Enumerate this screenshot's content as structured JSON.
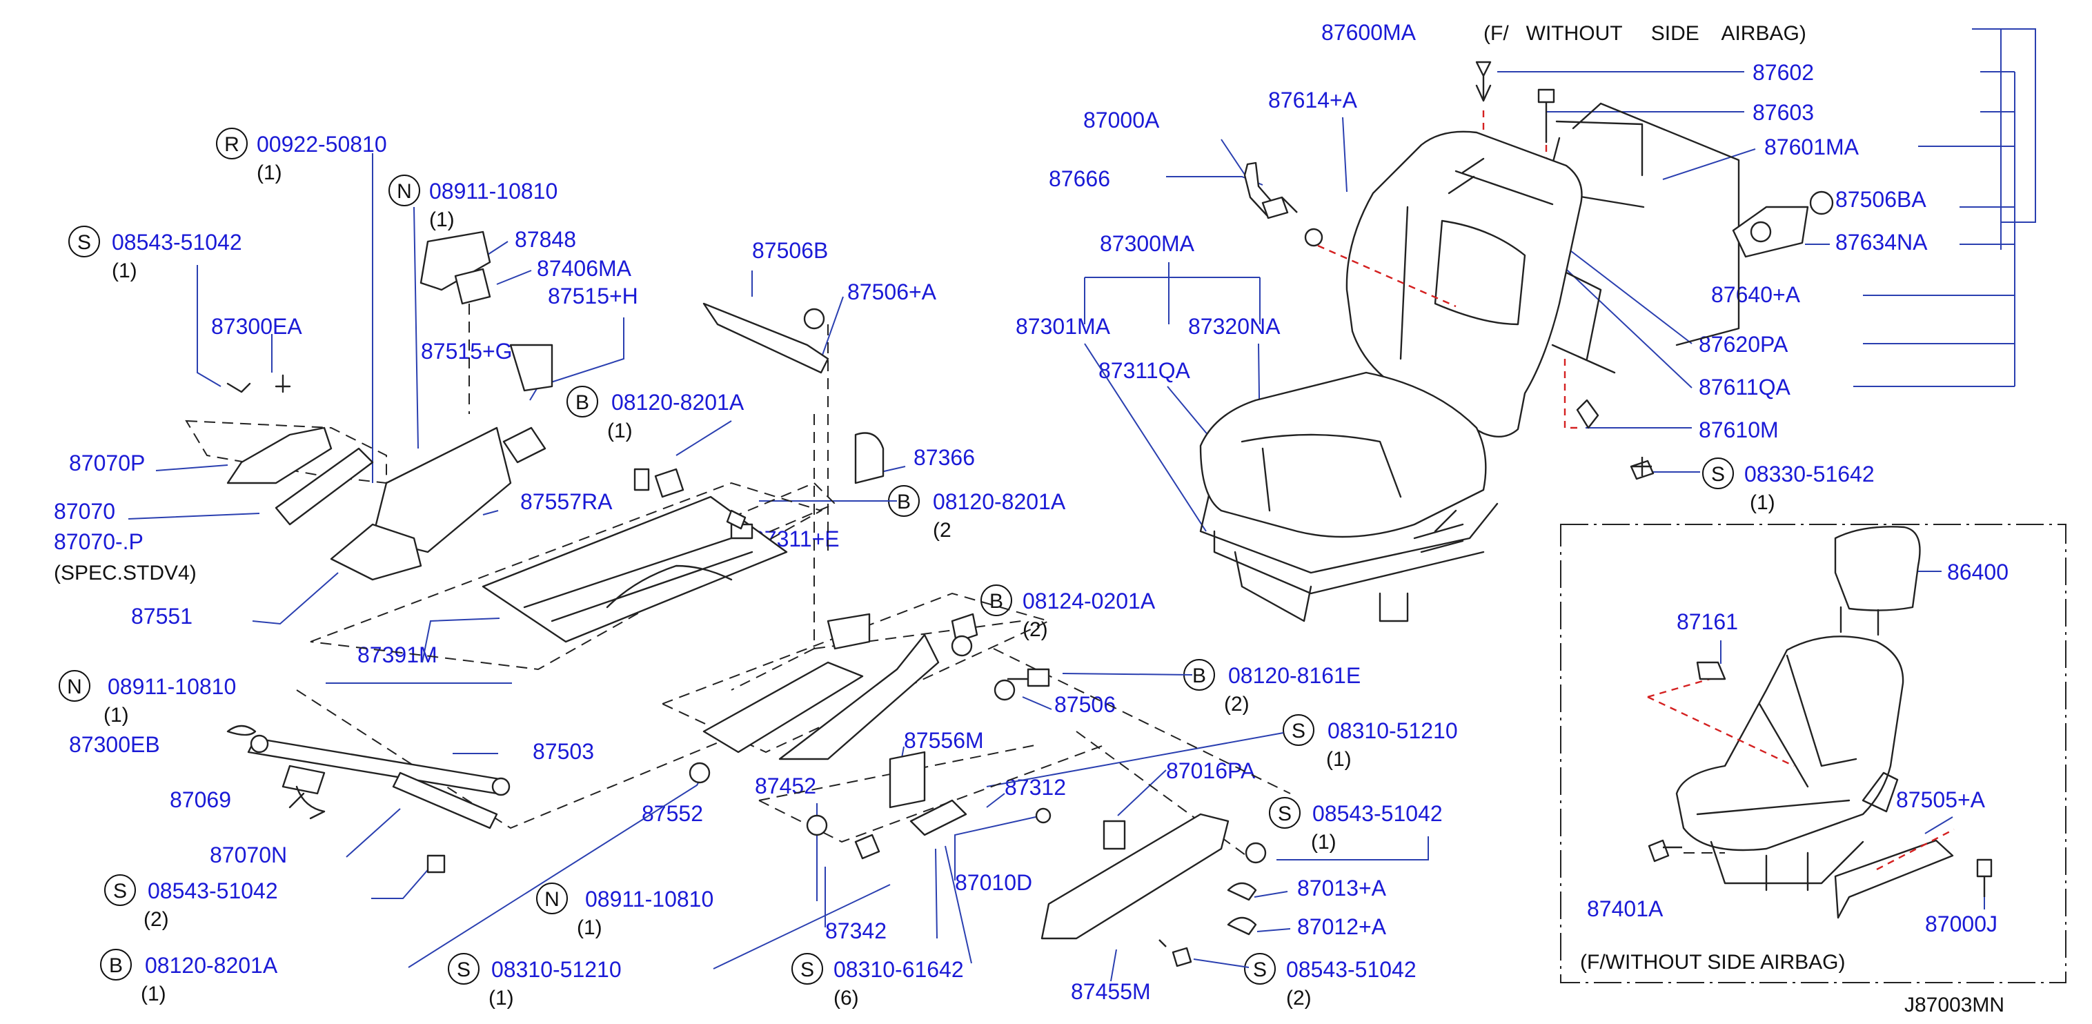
{
  "diagram_code": "J87003MN",
  "inset": {
    "caption": "(F/WITHOUT SIDE AIRBAG)"
  },
  "labels": {
    "p87600MA": "87600MA",
    "p87600MA_note": "(F/   WITHOUT     SIDE    AIRBAG)",
    "p87602": "87602",
    "p87603": "87603",
    "p87601MA": "87601MA",
    "p87506BA": "87506BA",
    "p87634NA": "87634NA",
    "p87640A": "87640+A",
    "p87620PA": "87620PA",
    "p87611QA": "87611QA",
    "p87000A": "87000A",
    "p87614A": "87614+A",
    "p87666": "87666",
    "p87300MA": "87300MA",
    "p87301MA": "87301MA",
    "p87320NA": "87320NA",
    "p87311QA": "87311QA",
    "p87610M": "87610M",
    "p08330_51642": "08330-51642",
    "p08330_qty": "(1)",
    "p86400": "86400",
    "p87161": "87161",
    "p87505A": "87505+A",
    "p87401A": "87401A",
    "p87000J": "87000J",
    "p00922_50810": "00922-50810",
    "p00922_qty": "(1)",
    "pN08911_a": "08911-10810",
    "pN08911_a_qty": "(1)",
    "p87848": "87848",
    "p87406MA": "87406MA",
    "p87515H": "87515+H",
    "p87515G": "87515+G",
    "pS08543_a": "08543-51042",
    "pS08543_a_qty": "(1)",
    "p87300EA": "87300EA",
    "p87070P": "87070P",
    "p87070": "87070",
    "p87070_partial": "87070-.P",
    "spec_note": "(SPEC.STDV4)",
    "p87551": "87551",
    "p87506B": "87506B",
    "p87506A": "87506+A",
    "pB08120_a": "08120-8201A",
    "pB08120_a_qty": "(1)",
    "p87557RA": "87557RA",
    "p87366": "87366",
    "pB08120_b": "08120-8201A",
    "pB08120_b_qty": "(2",
    "p87311E_partial": "37311+E",
    "p87391M": "87391M",
    "pB08124": "08124-0201A",
    "pB08124_qty": "(2)",
    "pN08911_b": "08911-10810",
    "pN08911_b_qty": "(1)",
    "p87300EB": "87300EB",
    "p87069": "87069",
    "p87070N": "87070N",
    "p87503": "87503",
    "p87552": "87552",
    "p87452": "87452",
    "p87556M": "87556M",
    "pB08120_8161E": "08120-8161E",
    "pB08120_8161E_qty": "(2)",
    "p87506": "87506",
    "pS08310_a": "08310-51210",
    "pS08310_a_qty": "(1)",
    "p87016PA": "87016PA",
    "p87312": "87312",
    "pS08543_b": "08543-51042",
    "pS08543_b_qty": "(1)",
    "p87010D": "87010D",
    "p87013A": "87013+A",
    "p87012A": "87012+A",
    "pS08543_c": "08543-51042",
    "pS08543_c_qty": "(2)",
    "pN08911_c": "08911-10810",
    "pN08911_c_qty": "(1)",
    "p87342": "87342",
    "pB08120_c": "08120-8201A",
    "pB08120_c_qty": "(1)",
    "pS08310_b": "08310-51210",
    "pS08310_b_qty": "(1)",
    "pS08310_61642": "08310-61642",
    "pS08310_61642_qty": "(6)",
    "p87455M": "87455M",
    "pS08543_d": "08543-51042",
    "pS08543_d_qty": "(2)"
  },
  "badges": {
    "R": "R",
    "N": "N",
    "S": "S",
    "B": "B"
  },
  "colors": {
    "part_number": "#1a1ad6",
    "leader": "#2a3fb0",
    "line_art": "#222222",
    "mating_line": "#d42020"
  }
}
